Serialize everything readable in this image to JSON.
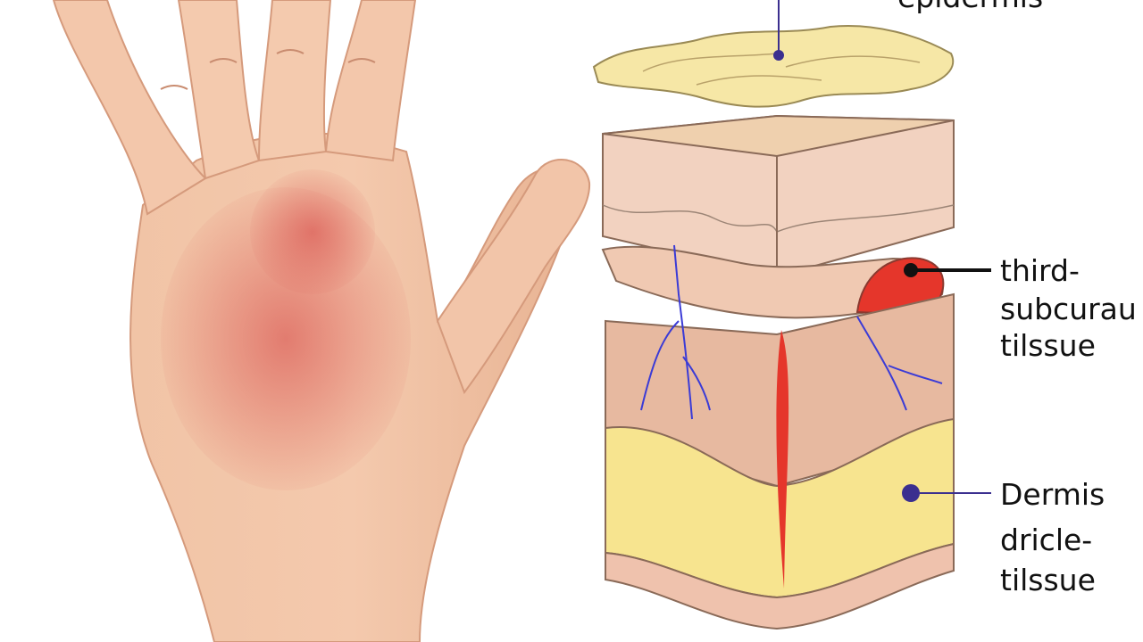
{
  "labels": {
    "top": "epidermis",
    "right_mid": [
      "third-",
      "subcurau",
      "tilssue"
    ],
    "right_bottom": [
      "Dermis",
      "dricle-",
      "tilssue"
    ]
  },
  "colors": {
    "skin": "#f2c4a8",
    "redness": "#d9534f",
    "callout_marker": "#3b2f8f",
    "epidermis_top": "#f6e7a6",
    "dermis_layer": "#e7b9a0",
    "fat_layer": "#f7e48f",
    "burn": "#e5362b",
    "vessels": "#3b3bd6"
  },
  "icons": {
    "hand": "hand-with-redness",
    "diagram": "skin-layer-cross-section"
  }
}
